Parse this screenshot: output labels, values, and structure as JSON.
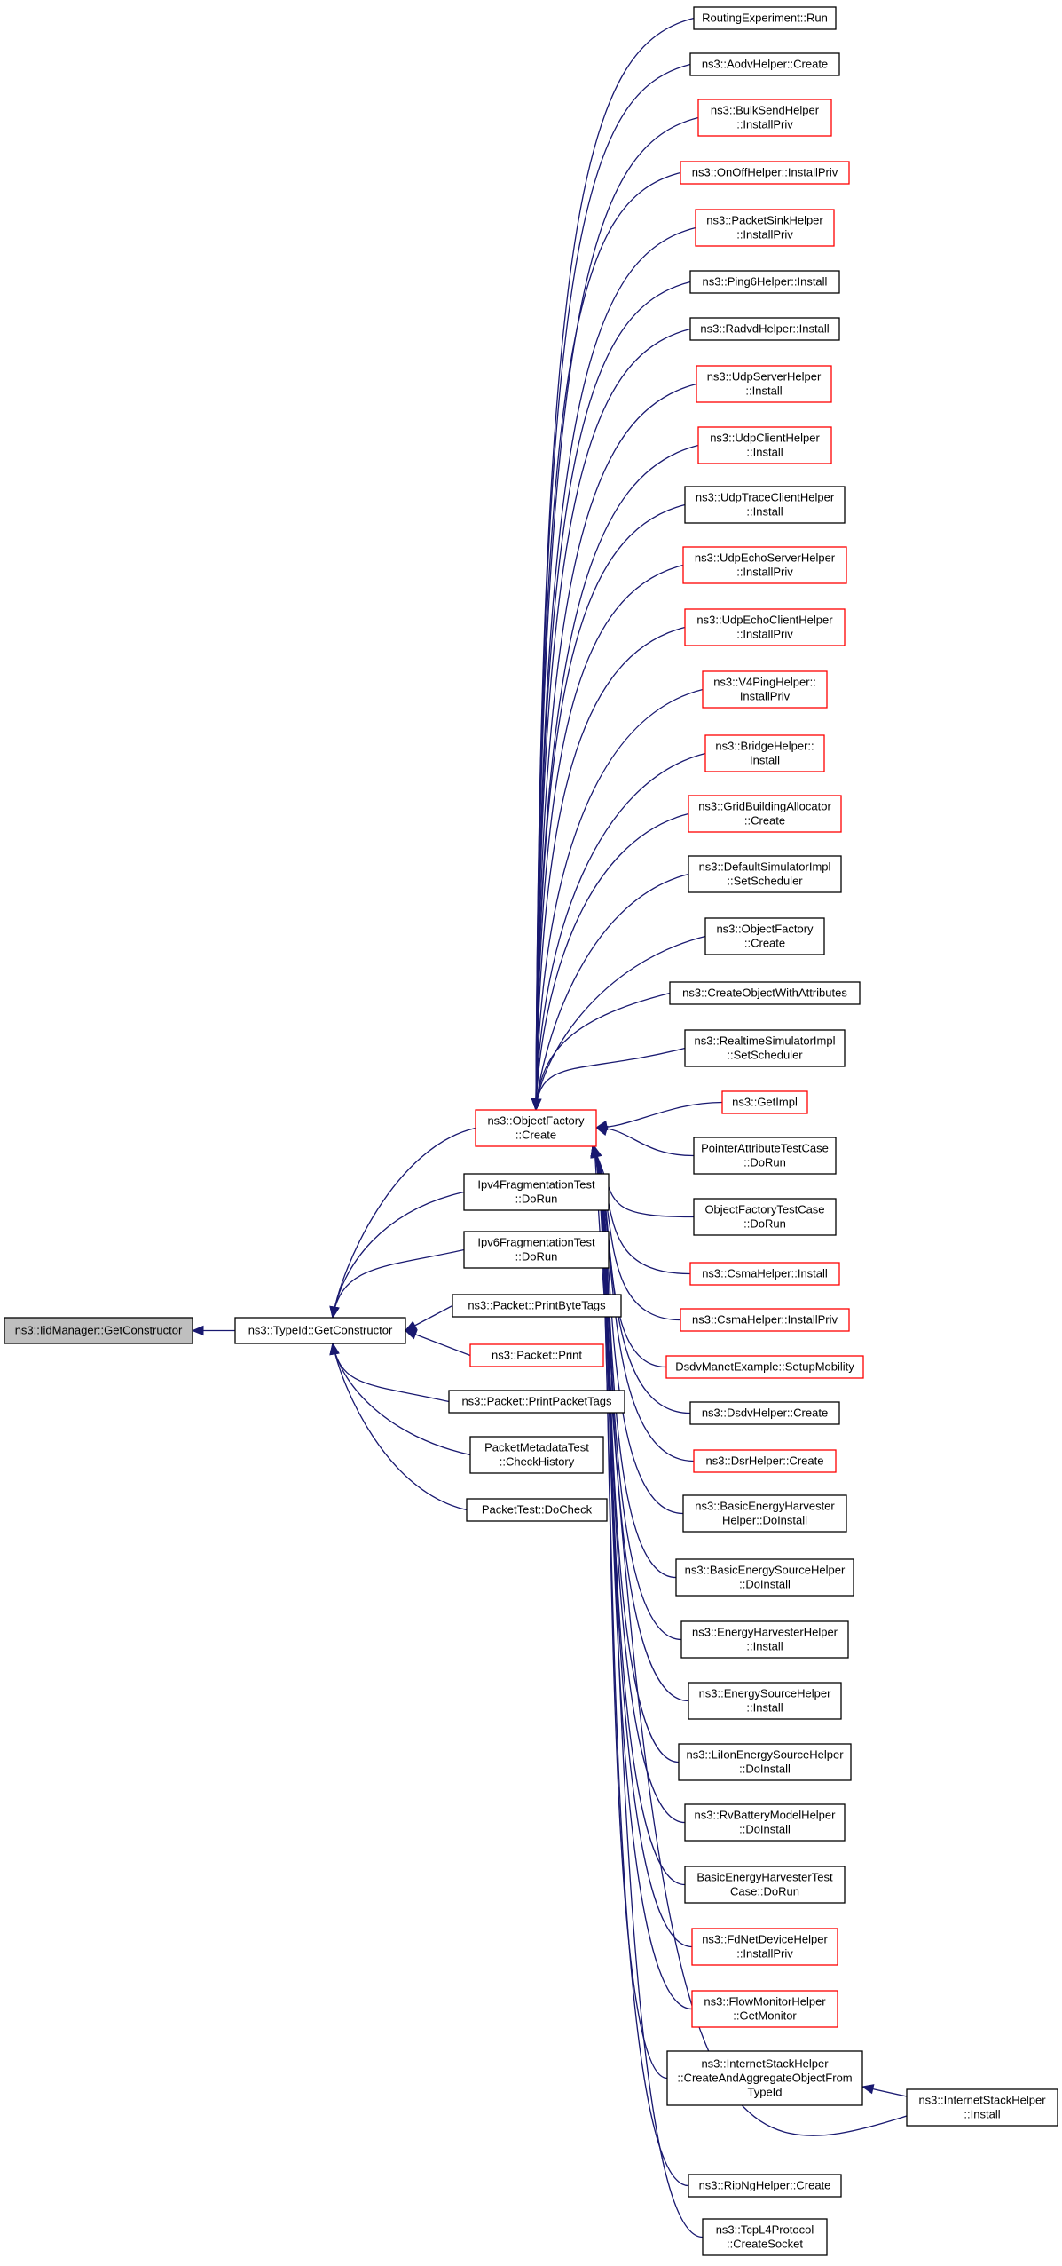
{
  "graph": {
    "nodes": [
      {
        "id": "n_iid",
        "lines": [
          "ns3::IidManager::GetConstructor"
        ],
        "style": "highlight"
      },
      {
        "id": "n_typeid",
        "lines": [
          "ns3::TypeId::GetConstructor"
        ],
        "style": "black"
      },
      {
        "id": "n_objfactory",
        "lines": [
          "ns3::ObjectFactory",
          "::Create"
        ],
        "style": "red"
      },
      {
        "id": "n_ipv4frag",
        "lines": [
          "Ipv4FragmentationTest",
          "::DoRun"
        ],
        "style": "black"
      },
      {
        "id": "n_ipv6frag",
        "lines": [
          "Ipv6FragmentationTest",
          "::DoRun"
        ],
        "style": "black"
      },
      {
        "id": "n_printbytetags",
        "lines": [
          "ns3::Packet::PrintByteTags"
        ],
        "style": "black"
      },
      {
        "id": "n_packetprint",
        "lines": [
          "ns3::Packet::Print"
        ],
        "style": "red"
      },
      {
        "id": "n_printpackettags",
        "lines": [
          "ns3::Packet::PrintPacketTags"
        ],
        "style": "black"
      },
      {
        "id": "n_metadatatest",
        "lines": [
          "PacketMetadataTest",
          "::CheckHistory"
        ],
        "style": "black"
      },
      {
        "id": "n_packettest",
        "lines": [
          "PacketTest::DoCheck"
        ],
        "style": "black"
      },
      {
        "id": "n_routingexp",
        "lines": [
          "RoutingExperiment::Run"
        ],
        "style": "black"
      },
      {
        "id": "n_aodv",
        "lines": [
          "ns3::AodvHelper::Create"
        ],
        "style": "black"
      },
      {
        "id": "n_bulksend",
        "lines": [
          "ns3::BulkSendHelper",
          "::InstallPriv"
        ],
        "style": "red"
      },
      {
        "id": "n_onoff",
        "lines": [
          "ns3::OnOffHelper::InstallPriv"
        ],
        "style": "red"
      },
      {
        "id": "n_packetsink",
        "lines": [
          "ns3::PacketSinkHelper",
          "::InstallPriv"
        ],
        "style": "red"
      },
      {
        "id": "n_ping6",
        "lines": [
          "ns3::Ping6Helper::Install"
        ],
        "style": "black"
      },
      {
        "id": "n_radvd",
        "lines": [
          "ns3::RadvdHelper::Install"
        ],
        "style": "black"
      },
      {
        "id": "n_udpserver",
        "lines": [
          "ns3::UdpServerHelper",
          "::Install"
        ],
        "style": "red"
      },
      {
        "id": "n_udpclient",
        "lines": [
          "ns3::UdpClientHelper",
          "::Install"
        ],
        "style": "red"
      },
      {
        "id": "n_udptrace",
        "lines": [
          "ns3::UdpTraceClientHelper",
          "::Install"
        ],
        "style": "black"
      },
      {
        "id": "n_udpechoserver",
        "lines": [
          "ns3::UdpEchoServerHelper",
          "::InstallPriv"
        ],
        "style": "red"
      },
      {
        "id": "n_udpechoclient",
        "lines": [
          "ns3::UdpEchoClientHelper",
          "::InstallPriv"
        ],
        "style": "red"
      },
      {
        "id": "n_v4ping",
        "lines": [
          "ns3::V4PingHelper::",
          "InstallPriv"
        ],
        "style": "red"
      },
      {
        "id": "n_bridge",
        "lines": [
          "ns3::BridgeHelper::",
          "Install"
        ],
        "style": "red"
      },
      {
        "id": "n_gridbuilding",
        "lines": [
          "ns3::GridBuildingAllocator",
          "::Create"
        ],
        "style": "red"
      },
      {
        "id": "n_defaultsim",
        "lines": [
          "ns3::DefaultSimulatorImpl",
          "::SetScheduler"
        ],
        "style": "black"
      },
      {
        "id": "n_objfactory2",
        "lines": [
          "ns3::ObjectFactory",
          "::Create"
        ],
        "style": "black"
      },
      {
        "id": "n_createobj",
        "lines": [
          "ns3::CreateObjectWithAttributes"
        ],
        "style": "black"
      },
      {
        "id": "n_realtimesim",
        "lines": [
          "ns3::RealtimeSimulatorImpl",
          "::SetScheduler"
        ],
        "style": "black"
      },
      {
        "id": "n_getimpl",
        "lines": [
          "ns3::GetImpl"
        ],
        "style": "red"
      },
      {
        "id": "n_pointerattr",
        "lines": [
          "PointerAttributeTestCase",
          "::DoRun"
        ],
        "style": "black"
      },
      {
        "id": "n_objfactorytest",
        "lines": [
          "ObjectFactoryTestCase",
          "::DoRun"
        ],
        "style": "black"
      },
      {
        "id": "n_csmainstall",
        "lines": [
          "ns3::CsmaHelper::Install"
        ],
        "style": "red"
      },
      {
        "id": "n_csmainstallpriv",
        "lines": [
          "ns3::CsmaHelper::InstallPriv"
        ],
        "style": "red"
      },
      {
        "id": "n_dsdvmanet",
        "lines": [
          "DsdvManetExample::SetupMobility"
        ],
        "style": "red"
      },
      {
        "id": "n_dsdvhelper",
        "lines": [
          "ns3::DsdvHelper::Create"
        ],
        "style": "black"
      },
      {
        "id": "n_dsrhelper",
        "lines": [
          "ns3::DsrHelper::Create"
        ],
        "style": "red"
      },
      {
        "id": "n_basicharvester",
        "lines": [
          "ns3::BasicEnergyHarvester",
          "Helper::DoInstall"
        ],
        "style": "black"
      },
      {
        "id": "n_basicsource",
        "lines": [
          "ns3::BasicEnergySourceHelper",
          "::DoInstall"
        ],
        "style": "black"
      },
      {
        "id": "n_energyharvester",
        "lines": [
          "ns3::EnergyHarvesterHelper",
          "::Install"
        ],
        "style": "black"
      },
      {
        "id": "n_energysource",
        "lines": [
          "ns3::EnergySourceHelper",
          "::Install"
        ],
        "style": "black"
      },
      {
        "id": "n_lilon",
        "lines": [
          "ns3::LiIonEnergySourceHelper",
          "::DoInstall"
        ],
        "style": "black"
      },
      {
        "id": "n_rvbattery",
        "lines": [
          "ns3::RvBatteryModelHelper",
          "::DoInstall"
        ],
        "style": "black"
      },
      {
        "id": "n_basicharvestertest",
        "lines": [
          "BasicEnergyHarvesterTest",
          "Case::DoRun"
        ],
        "style": "black"
      },
      {
        "id": "n_fdnet",
        "lines": [
          "ns3::FdNetDeviceHelper",
          "::InstallPriv"
        ],
        "style": "red"
      },
      {
        "id": "n_flowmonitor",
        "lines": [
          "ns3::FlowMonitorHelper",
          "::GetMonitor"
        ],
        "style": "red"
      },
      {
        "id": "n_internetstack",
        "lines": [
          "ns3::InternetStackHelper",
          "::CreateAndAggregateObjectFrom",
          "TypeId"
        ],
        "style": "black"
      },
      {
        "id": "n_internetinstall",
        "lines": [
          "ns3::InternetStackHelper",
          "::Install"
        ],
        "style": "black"
      },
      {
        "id": "n_ripng",
        "lines": [
          "ns3::RipNgHelper::Create"
        ],
        "style": "black"
      },
      {
        "id": "n_tcpl4",
        "lines": [
          "ns3::TcpL4Protocol",
          "::CreateSocket"
        ],
        "style": "black"
      }
    ]
  },
  "colors": {
    "edge": "#191970",
    "red_border": "#ff0000",
    "black_border": "#000000",
    "highlight_fill": "#bfbfbf"
  }
}
